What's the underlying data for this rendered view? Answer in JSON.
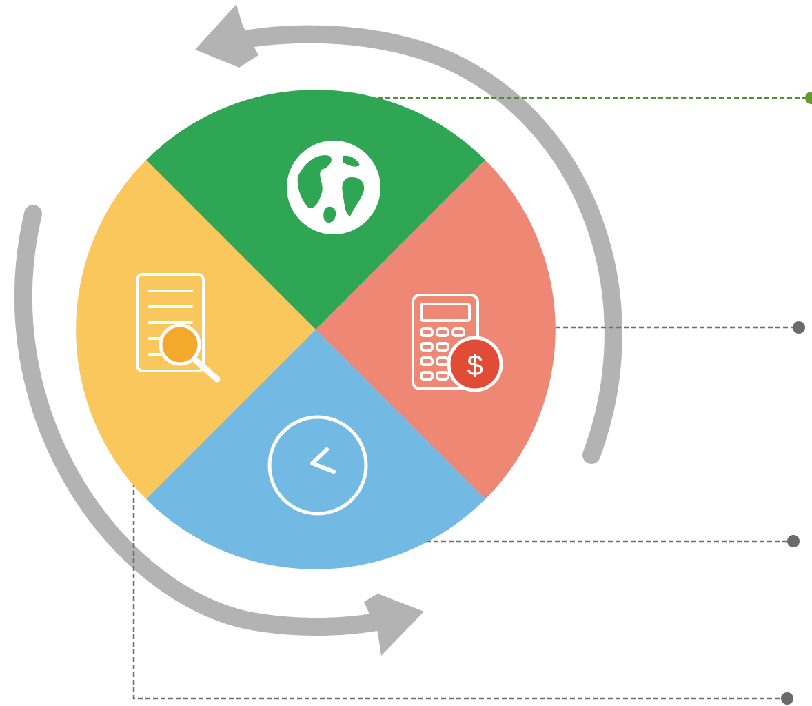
{
  "colors": {
    "background": "#ffffff",
    "segment_green": "#2ea654",
    "segment_salmon": "#ef8775",
    "segment_blue": "#72bae3",
    "segment_yellow": "#f9c75c",
    "cycle_arrow_gray": "#b3b3b3",
    "connector_gray": "#6e6e6e",
    "connector_green": "#5a8a3c",
    "dot_green": "#5e9e2b",
    "dot_gray": "#6a6a6a",
    "icon_white": "#ffffff",
    "magnifier_lens": "#f5a92a",
    "dollar_badge": "#e24c36"
  },
  "segments": [
    {
      "name": "top",
      "icon": "globe-icon"
    },
    {
      "name": "right",
      "icon": "calculator-dollar-icon"
    },
    {
      "name": "bottom",
      "icon": "clock-icon"
    },
    {
      "name": "left",
      "icon": "document-search-icon"
    }
  ],
  "dollar_symbol": "$"
}
